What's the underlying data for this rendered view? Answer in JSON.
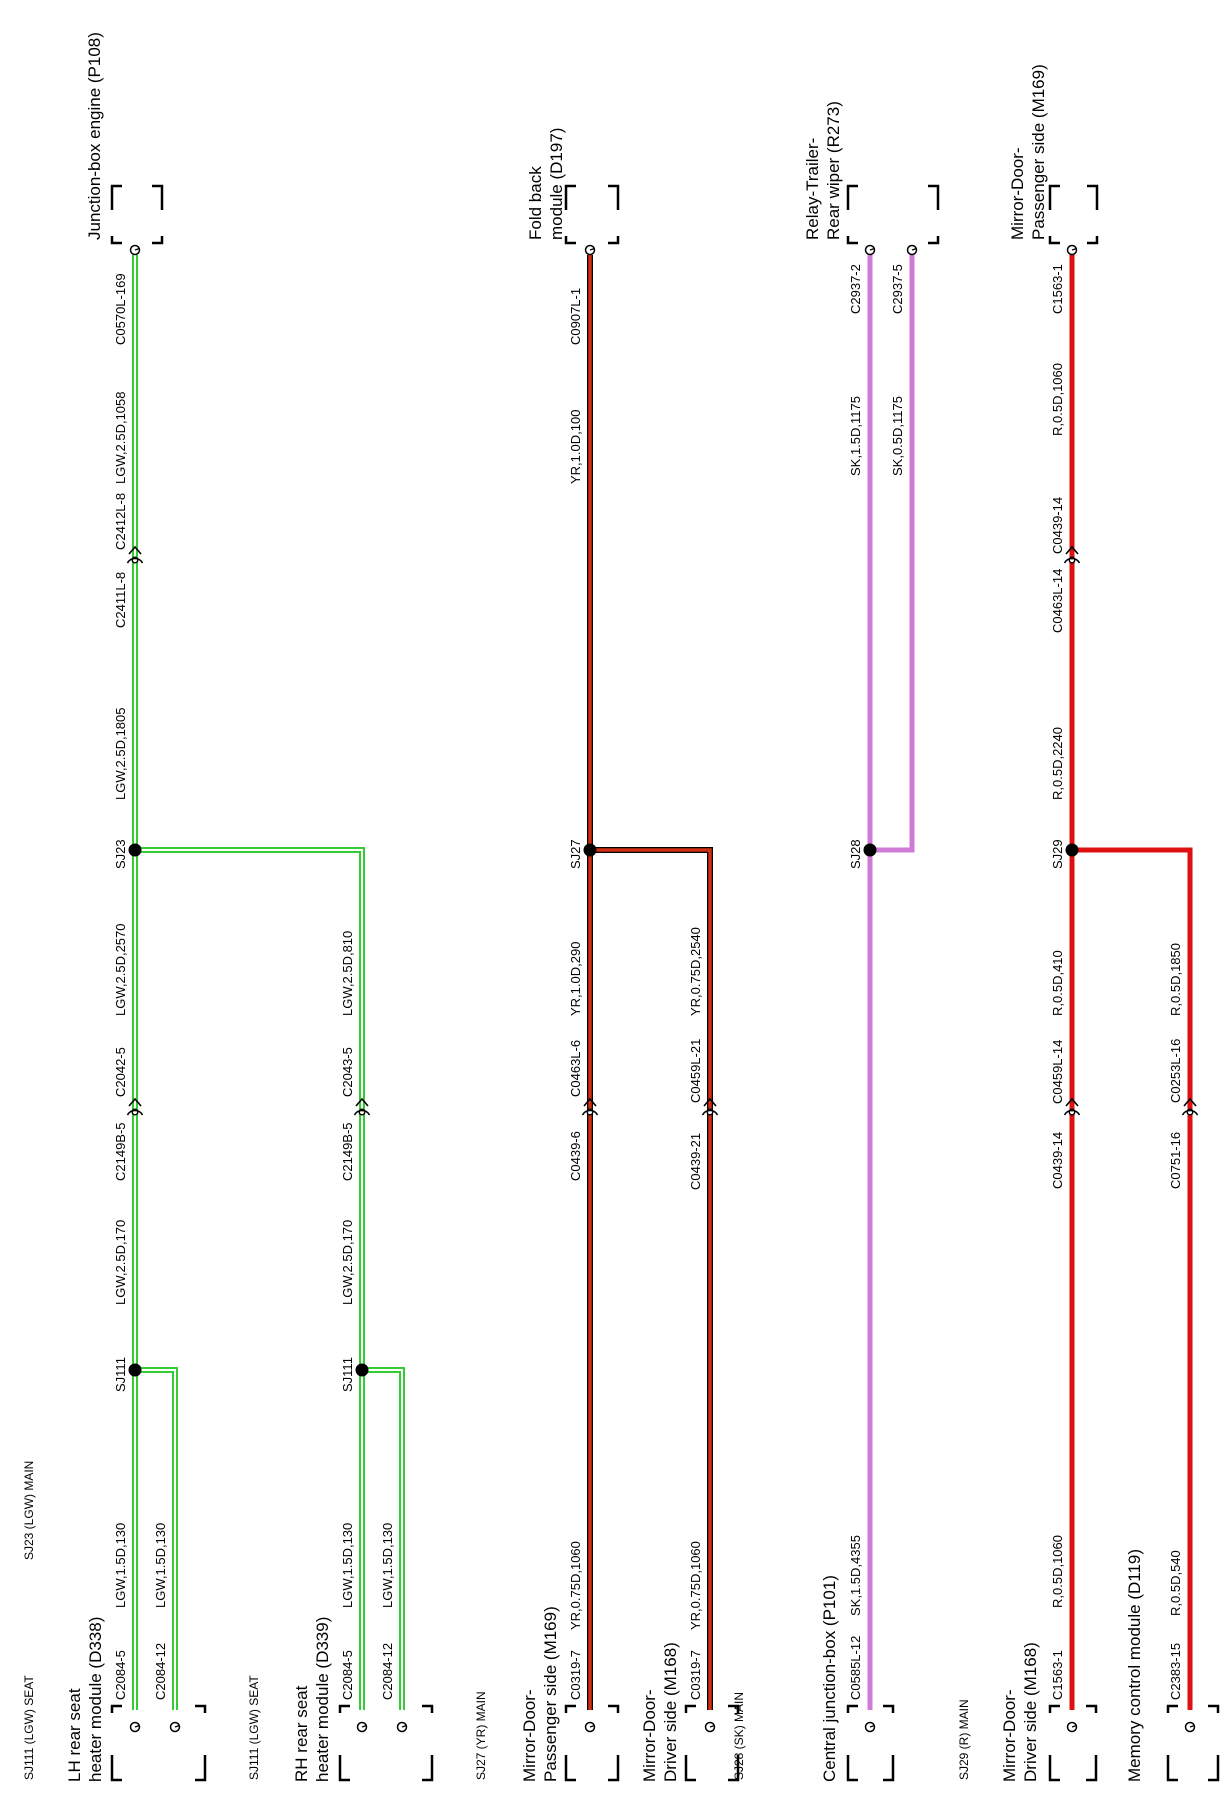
{
  "colors": {
    "LGW": "#33cc33",
    "YR": "#d22f12",
    "SK": "#d07ad8",
    "R": "#dd1111",
    "text": "#000000"
  },
  "headers": {
    "sj111_lgw_seat_top": "SJ111 (LGW) SEAT",
    "sj23_lgw_main": "SJ23 (LGW) MAIN",
    "sj111_lgw_seat_mid": "SJ111 (LGW) SEAT",
    "sj27_yr_main": "SJ27 (YR) MAIN",
    "sj28_sk_main": "SJ28 (SK) MAIN",
    "sj29_r_main": "SJ29 (R) MAIN"
  },
  "components": {
    "lh_rear_seat_heater": [
      "LH rear seat",
      "heater module (D338)"
    ],
    "rh_rear_seat_heater": [
      "RH rear seat",
      "heater module (D339)"
    ],
    "junction_box_engine": [
      "Junction-box engine (P108)"
    ],
    "mirror_door_passenger_bottom": [
      "Mirror-Door-",
      "Passenger side (M169)"
    ],
    "mirror_door_driver_mid": [
      "Mirror-Door-",
      "Driver side (M168)"
    ],
    "fold_back_module": [
      "Fold back",
      "module (D197)"
    ],
    "central_junction_box": [
      "Central junction-box (P101)"
    ],
    "relay_trailer_rear_wiper": [
      "Relay-Trailer-",
      "Rear wiper (R273)"
    ],
    "mirror_door_driver_bottom": [
      "Mirror-Door-",
      "Driver side (M168)"
    ],
    "memory_control_module": [
      "Memory control module (D119)"
    ],
    "mirror_door_passenger_top": [
      "Mirror-Door-",
      "Passenger side (M169)"
    ]
  },
  "connectors": {
    "c2084_5_lh": "C2084-5",
    "c2084_12_lh": "C2084-12",
    "c2149b_5_lh": "C2149B-5",
    "c2042_5": "C2042-5",
    "c2411l_8": "C2411L-8",
    "c2412l_8": "C2412L-8",
    "c0570l_169": "C0570L-169",
    "c2084_5_rh": "C2084-5",
    "c2084_12_rh": "C2084-12",
    "c2149b_5_rh": "C2149B-5",
    "c2043_5": "C2043-5",
    "c0319_7_a": "C0319-7",
    "c0439_6": "C0439-6",
    "c0463l_6": "C0463L-6",
    "c0907l_1": "C0907L-1",
    "c0319_7_b": "C0319-7",
    "c0439_21": "C0439-21",
    "c0459l_21": "C0459L-21",
    "c0585l_12": "C0585L-12",
    "c2937_2": "C2937-2",
    "c2937_5": "C2937-5",
    "c1563_1_a": "C1563-1",
    "c0439_14_a": "C0439-14",
    "c0459l_14": "C0459L-14",
    "c0463l_14": "C0463L-14",
    "c0439_14_b": "C0439-14",
    "c1563_1_b": "C1563-1",
    "c2383_15": "C2383-15",
    "c0751_16": "C0751-16",
    "c0253l_16": "C0253L-16"
  },
  "splices": {
    "sj111_a": "SJ111",
    "sj23": "SJ23",
    "sj111_b": "SJ111",
    "sj27": "SJ27",
    "sj28": "SJ28",
    "sj29": "SJ29"
  },
  "wires": {
    "lgw_lh_1": "LGW,1.5D,130",
    "lgw_lh_2": "LGW,1.5D,130",
    "lgw_lh_170": "LGW,2.5D,170",
    "lgw_2570": "LGW,2.5D,2570",
    "lgw_1805": "LGW,2.5D,1805",
    "lgw_1058": "LGW,2.5D,1058",
    "lgw_rh_1": "LGW,1.5D,130",
    "lgw_rh_2": "LGW,1.5D,130",
    "lgw_rh_170": "LGW,2.5D,170",
    "lgw_810": "LGW,2.5D,810",
    "yr_1060_a": "YR,0.75D,1060",
    "yr_290": "YR,1.0D,290",
    "yr_100": "YR,1.0D,100",
    "yr_1060_b": "YR,0.75D,1060",
    "yr_2540": "YR,0.75D,2540",
    "sk_4355": "SK,1.5D,4355",
    "sk_1175_a": "SK,1.5D,1175",
    "sk_1175_b": "SK,0.5D,1175",
    "r_1060_a": "R,0.5D,1060",
    "r_410": "R,0.5D,410",
    "r_2240": "R,0.5D,2240",
    "r_1060_b": "R,0.5D,1060",
    "r_540": "R,0.5D,540",
    "r_1850": "R,0.5D,1850"
  }
}
